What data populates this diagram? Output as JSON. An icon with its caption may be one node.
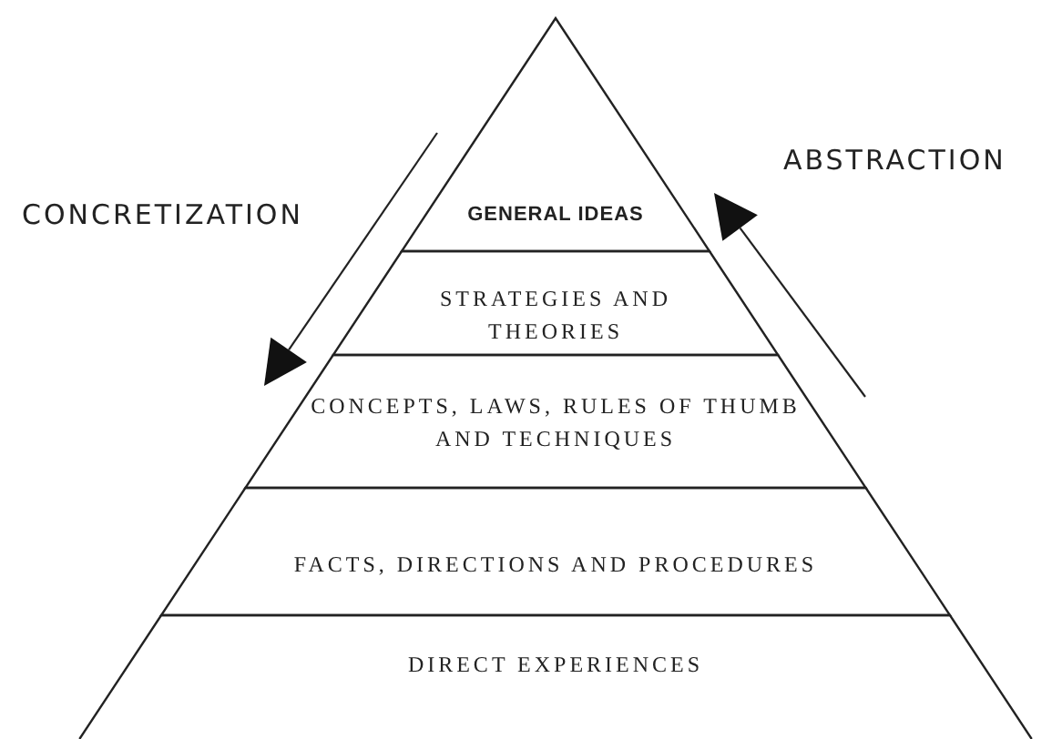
{
  "diagram": {
    "nodes": [
      {
        "text": [
          "GENERAL IDEAS"
        ]
      },
      {
        "text": [
          "STRATEGIES AND THEORIES"
        ]
      },
      {
        "text": [
          "CONCEPTS, LAWS, RULES OF THUMB AND TECHNIQUES"
        ]
      },
      {
        "text": [
          "FACTS, DIRECTIONS AND PROCEDURES"
        ]
      },
      {
        "text": [
          "DIRECT EXPERIENCES"
        ]
      }
    ],
    "labels": [
      "ABSTRACTION",
      "CONCRETIZATION"
    ]
  }
}
